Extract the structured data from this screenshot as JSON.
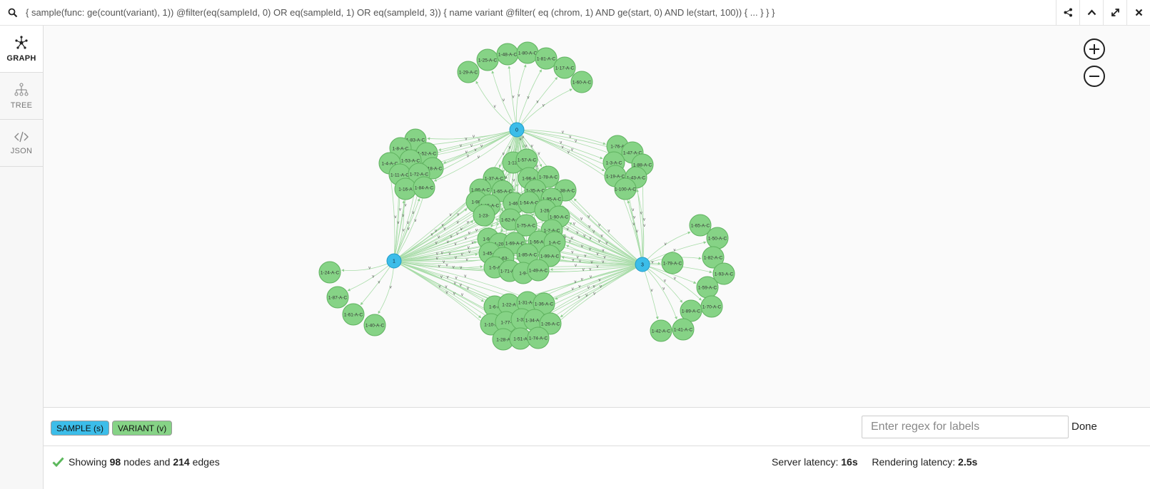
{
  "query": "{ sample(func: ge(count(variant), 1)) @filter(eq(sampleId, 0) OR eq(sampleId, 1) OR eq(sampleId, 3)) { name variant @filter( eq (chrom, 1) AND ge(start, 0) AND le(start, 100)) { ... } } }",
  "toolbar_icons": [
    "share-icon",
    "collapse-icon",
    "expand-icon",
    "close-icon"
  ],
  "sidebar": {
    "items": [
      {
        "label": "GRAPH",
        "icon": "graph-icon",
        "active": true
      },
      {
        "label": "TREE",
        "icon": "tree-icon",
        "active": false
      },
      {
        "label": "JSON",
        "icon": "code-icon",
        "active": false
      }
    ]
  },
  "colors": {
    "sample": "#3cbde9",
    "variant": "#86d386",
    "edge": "#a8dca8"
  },
  "graph": {
    "edge_label": "v",
    "samples": [
      {
        "label": "0"
      },
      {
        "label": "1"
      },
      {
        "label": "3"
      }
    ],
    "cluster_top": [
      "1-29-A-C",
      "1-25-A-C",
      "1-48-A-C",
      "1-80-A-C",
      "1-81-A-C",
      "1-17-A-C",
      "1-60-A-C"
    ],
    "cluster_upper_left": [
      "1-83-A-C",
      "1-8-A-C",
      "1-52-A-C",
      "1-53-A-C",
      "1-4-A-C",
      "1-18-A-C",
      "1-11-A-C",
      "1-72-A-C",
      "1-16-A",
      "1-84-A-C"
    ],
    "cluster_upper_right": [
      "1-76-A",
      "1-47-A-C",
      "1-3-A-C",
      "1-88-A-C",
      "1-19-A-C",
      "1-43-A-C",
      "1-100-A-C"
    ],
    "cluster_center": [
      "1-13-",
      "1-57-A-C",
      "1-37-A-C",
      "1-96-A",
      "1-78-A-C",
      "1-86-A-C",
      "1-65-A-C",
      "1-35-A-C",
      "1-38-A-C",
      "1-98-",
      "1-15-A-C",
      "1-46-",
      "1-54-A-C",
      "1-95-A-C",
      "1-23-",
      "1-62-A-C",
      "1-26-",
      "1-90-A-C",
      "1-75-A-C",
      "1-7-A-C",
      "1-94-",
      "1-20-",
      "1-69-A-C",
      "1-56-A-C",
      "1-A-C",
      "1-45-A",
      "1-63-",
      "1-85-A-C",
      "1-99-A-C",
      "1-5-A",
      "1-71-A-C",
      "1-9-",
      "1-49-A-C"
    ],
    "cluster_lower_left": [
      "1-24-A-C",
      "1-87-A-C",
      "1-61-A-C",
      "1-40-A-C"
    ],
    "cluster_right": [
      "1-65-A-C",
      "1-50-A-C",
      "1-79-A-C",
      "1-82-A-C",
      "1-93-A-C",
      "1-59-A-C",
      "1-70-A-C",
      "1-89-A-C",
      "1-42-A-C",
      "1-41-A-C"
    ],
    "cluster_bottom": [
      "1-6-A",
      "1-22-A",
      "1-31-A-C",
      "1-36-A-C",
      "1-10-A",
      "1-77-",
      "1-32-",
      "1-34-A-C",
      "1-26-A-C",
      "1-28-A",
      "1-51-A",
      "1-74-A-C"
    ]
  },
  "legend": {
    "sample_label": "SAMPLE (s)",
    "variant_label": "VARIANT (v)"
  },
  "regex": {
    "placeholder": "Enter regex for labels",
    "done_label": "Done"
  },
  "status": {
    "prefix": "Showing",
    "nodes": "98",
    "mid": "nodes and",
    "edges": "214",
    "suffix": "edges",
    "server_label": "Server latency:",
    "server_value": "16s",
    "render_label": "Rendering latency:",
    "render_value": "2.5s"
  }
}
